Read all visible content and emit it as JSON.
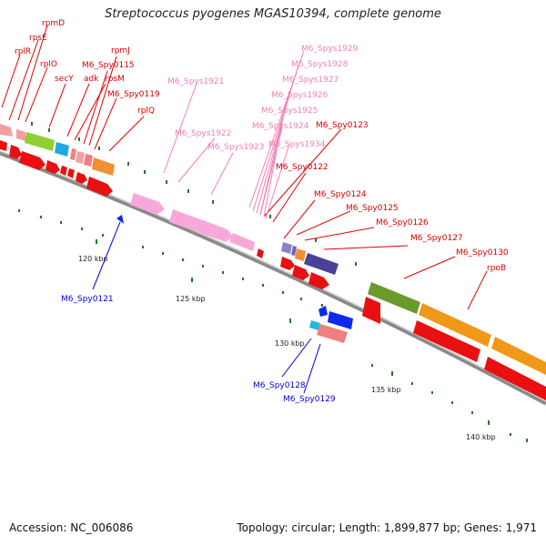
{
  "title": "Streptococcus pyogenes MGAS10394, complete genome",
  "footer": {
    "accession": "Accession: NC_006086",
    "info": "Topology: circular; Length: 1,899,877 bp; Genes: 1,971"
  },
  "colors": {
    "red_labels": "#d40000",
    "pink_labels": "#f080b8",
    "blue_labels": "#0000cc",
    "axis": "#888888",
    "ticks": "#1f7a1f"
  },
  "scale_labels": [
    "120 kbp",
    "125 kbp",
    "130 kbp",
    "135 kbp",
    "140 kbp"
  ],
  "gene_labels": {
    "red": [
      "rpmD",
      "rpsE",
      "rplR",
      "rplO",
      "secY",
      "adk",
      "rpsM",
      "M6_Spy0115",
      "rpmJ",
      "M6_Spy0119",
      "rplQ",
      "M6_Spy0123",
      "M6_Spy0122",
      "M6_Spy0124",
      "M6_Spy0125",
      "M6_Spy0126",
      "M6_Spy0127",
      "M6_Spy0130",
      "rpoB"
    ],
    "pink": [
      "M6_Spys1921",
      "M6_Spys1922",
      "M6_Spys1923",
      "M6_Spys1929",
      "M6_Spys1928",
      "M6_Spys1927",
      "M6_Spys1926",
      "M6_Spys1925",
      "M6_Spys1924",
      "M6_Spys1934"
    ],
    "blue": [
      "M6_Spy0121",
      "M6_Spy0128",
      "M6_Spy0129"
    ]
  }
}
